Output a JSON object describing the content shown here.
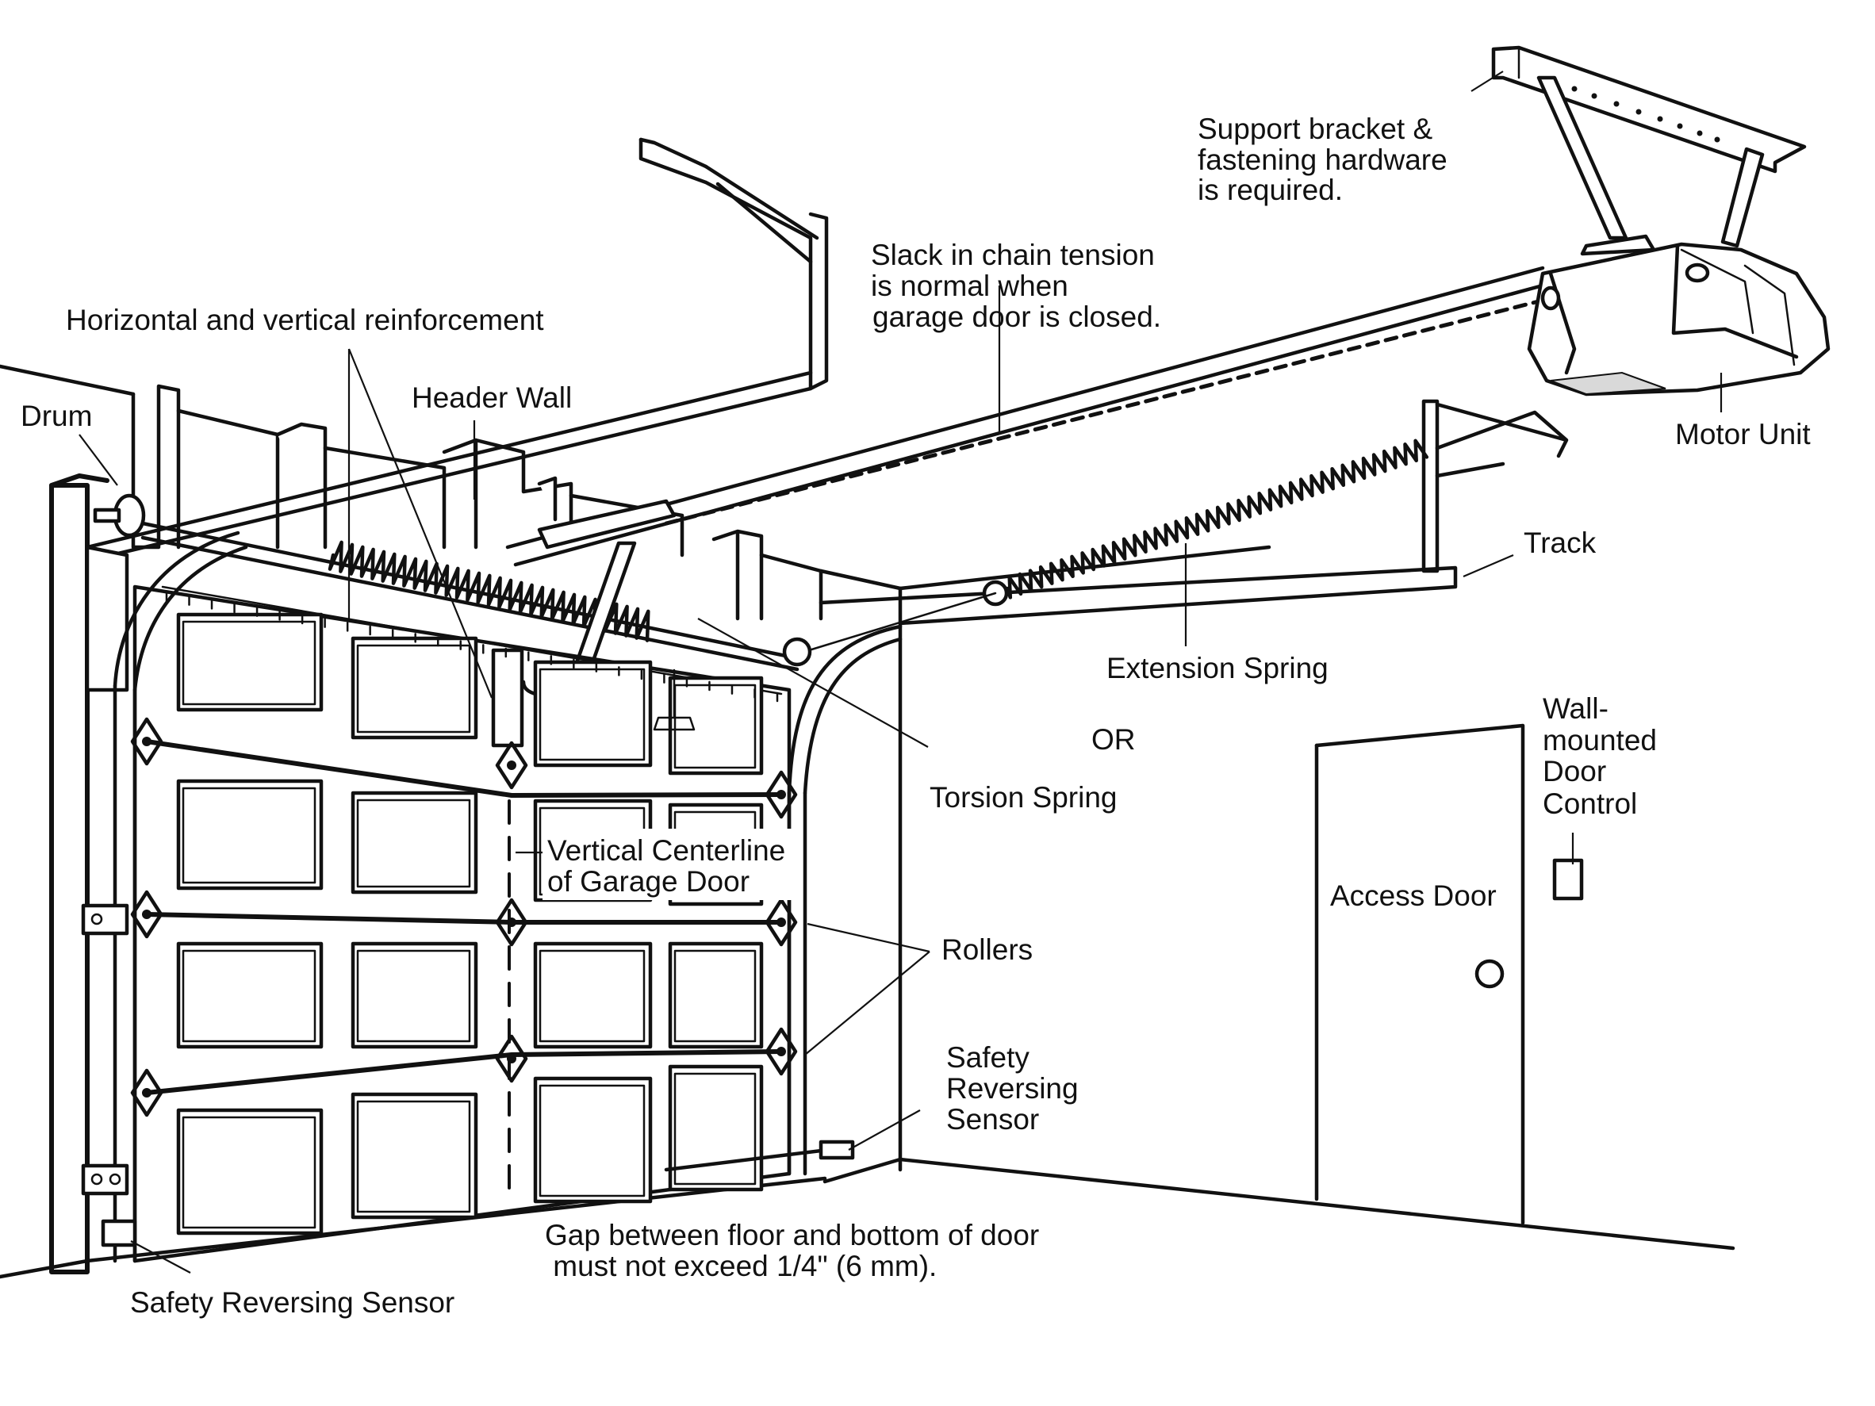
{
  "diagram": {
    "title": "Garage door opener installation overview",
    "labels": {
      "support_bracket": [
        "Support bracket &",
        "fastening hardware",
        "is required."
      ],
      "slack_chain": [
        "Slack in chain tension",
        "is normal when",
        "garage door is closed."
      ],
      "reinforcement": "Horizontal and vertical reinforcement",
      "header_wall": "Header Wall",
      "drum": "Drum",
      "motor_unit": "Motor Unit",
      "track": "Track",
      "extension_spring": "Extension Spring",
      "or": "OR",
      "torsion_spring": "Torsion Spring",
      "wall_control": [
        "Wall-",
        "mounted",
        "Door",
        "Control"
      ],
      "centerline": [
        "Vertical Centerline",
        "of Garage Door"
      ],
      "access_door": "Access Door",
      "rollers": "Rollers",
      "safety_sensor_right": [
        "Safety",
        "Reversing",
        "Sensor"
      ],
      "gap_note": [
        "Gap between floor and bottom of door",
        " must not exceed 1/4\" (6 mm)."
      ],
      "safety_sensor_left": "Safety Reversing Sensor"
    },
    "door": {
      "sections": 4,
      "panels_per_section": 4
    },
    "colors": {
      "line": "#111111",
      "background": "#ffffff",
      "motor_shade": "#d9d9d9"
    }
  }
}
